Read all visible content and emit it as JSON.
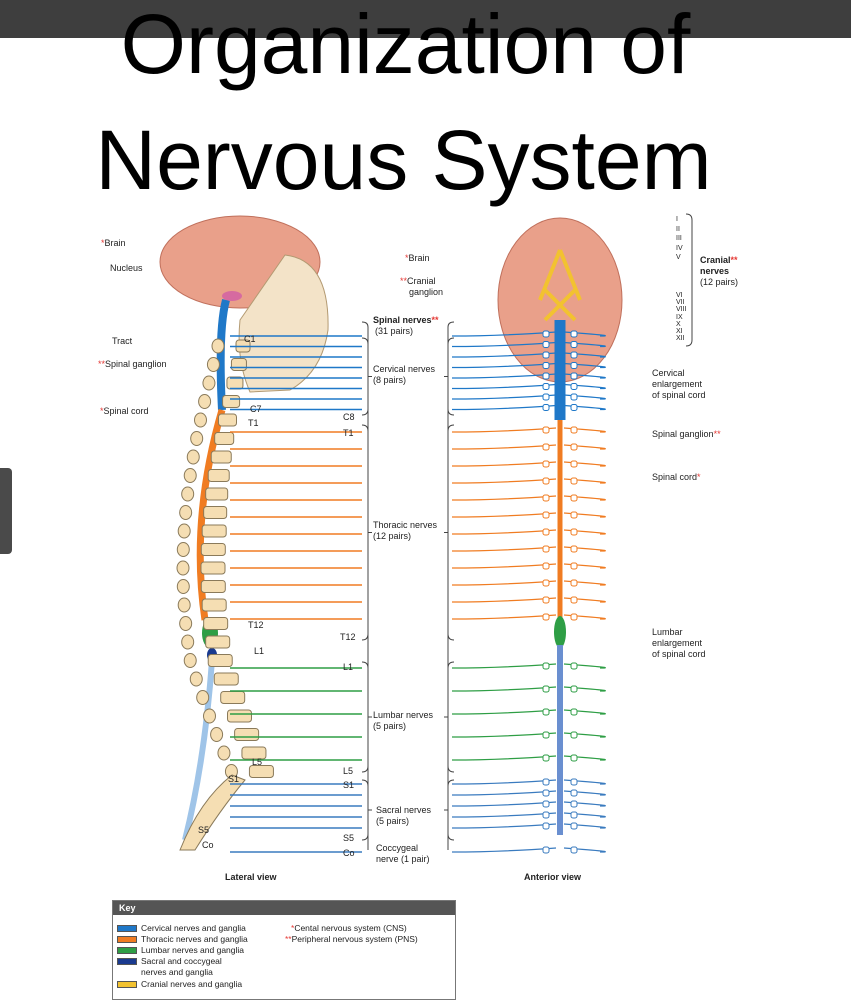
{
  "title": {
    "line1": "Organization of",
    "line2": "Nervous System"
  },
  "colors": {
    "cervical": "#1f78c8",
    "thoracic": "#f07c22",
    "lumbar": "#2e9e45",
    "sacral": "#1a3a8f",
    "cranial": "#f2c230",
    "brain": "#e8a088",
    "bone": "#f5deb3",
    "star": "#e53935"
  },
  "lateral": {
    "labels": {
      "brain": "Brain",
      "nucleus": "Nucleus",
      "tract": "Tract",
      "spinal_ganglion": "Spinal ganglion",
      "spinal_cord": "Spinal cord"
    },
    "vertebra_labels": {
      "c1": "C1",
      "c7": "C7",
      "t1": "T1",
      "t12": "T12",
      "l1": "L1",
      "l5": "L5",
      "s1": "S1",
      "s5": "S5",
      "co": "Co"
    },
    "view_label": "Lateral view"
  },
  "middle": {
    "spinal_nerves_title": "Spinal nerves",
    "spinal_nerves_count": "(31 pairs)",
    "cervical": {
      "line1": "Cervical nerves",
      "line2": "(8 pairs)",
      "start": "C8",
      "end": "T1"
    },
    "thoracic": {
      "line1": "Thoracic nerves",
      "line2": "(12 pairs)",
      "end": "T12"
    },
    "lumbar": {
      "line1": "Lumbar nerves",
      "line2": "(5 pairs)",
      "start": "L1",
      "end": "L5"
    },
    "sacral": {
      "line1": "Sacral nerves",
      "line2": "(5 pairs)",
      "start": "S1",
      "end": "S5"
    },
    "coccygeal": {
      "line1": "Coccygeal",
      "line2": "nerve (1 pair)",
      "start": "Co"
    }
  },
  "anterior": {
    "labels": {
      "brain": "Brain",
      "cranial_ganglion_1": "Cranial",
      "cranial_ganglion_2": "ganglion",
      "cranial_nerves_1": "Cranial",
      "cranial_nerves_2": "nerves",
      "cranial_nerves_3": "(12 pairs)",
      "cervical_enl_1": "Cervical",
      "cervical_enl_2": "enlargement",
      "cervical_enl_3": "of spinal cord",
      "spinal_ganglion": "Spinal ganglion",
      "spinal_cord": "Spinal cord",
      "lumbar_enl_1": "Lumbar",
      "lumbar_enl_2": "enlargement",
      "lumbar_enl_3": "of spinal cord"
    },
    "cranial_numerals": [
      "I",
      "II",
      "III",
      "IV",
      "V",
      "VI",
      "VII",
      "VIII",
      "IX",
      "X",
      "XI",
      "XII"
    ],
    "view_label": "Anterior view"
  },
  "key": {
    "title": "Key",
    "items": [
      "Cervical nerves and ganglia",
      "Thoracic nerves and ganglia",
      "Lumbar nerves and ganglia",
      "Sacral and coccygeal",
      "nerves and ganglia",
      "Cranial nerves and ganglia"
    ],
    "cns": "Cental nervous system (CNS)",
    "pns": "Peripheral nervous system (PNS)",
    "star1": "*",
    "star2": "**"
  }
}
